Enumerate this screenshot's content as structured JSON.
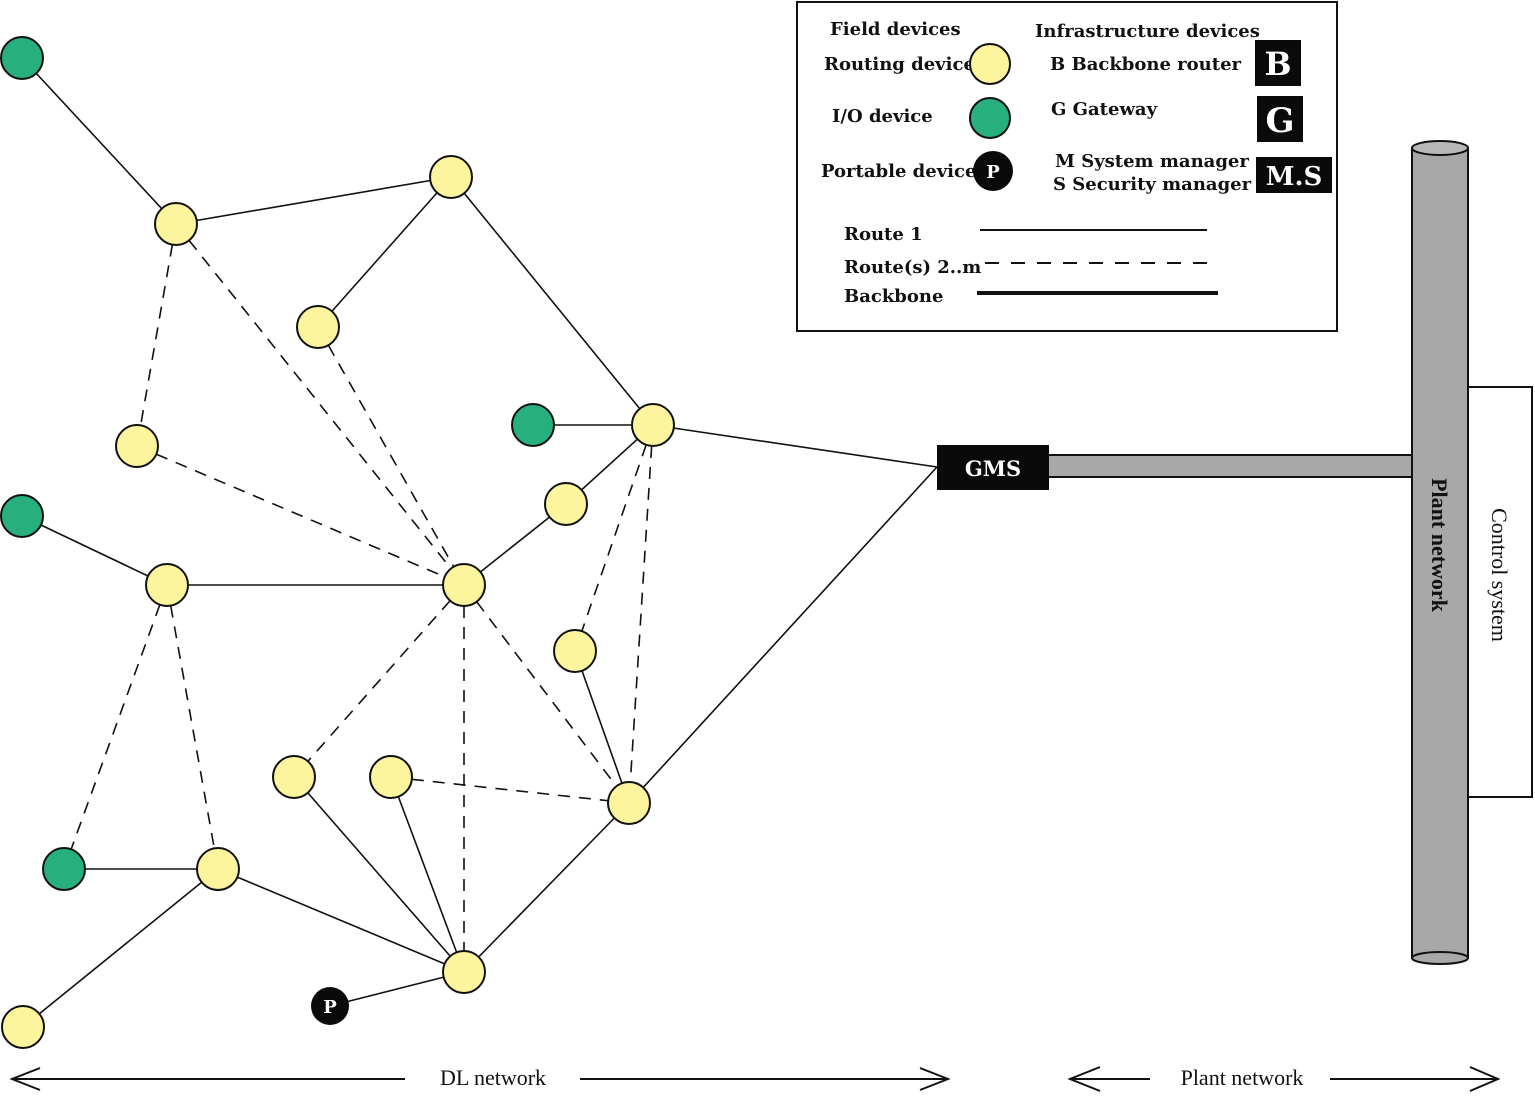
{
  "legend": {
    "field_header": "Field devices",
    "infra_header": "Infrastructure devices",
    "routing_device": "Routing device",
    "io_device": "I/O device",
    "portable_device": "Portable device",
    "portable_symbol": "P",
    "backbone_router": "B Backbone router",
    "backbone_symbol": "B",
    "gateway": "G Gateway",
    "gateway_symbol": "G",
    "system_manager": "M System manager",
    "security_manager": "S Security manager",
    "ms_symbol": "M.S",
    "route1": "Route 1",
    "routes2m": "Route(s) 2..m",
    "backbone": "Backbone"
  },
  "gms_label": "GMS",
  "plant_network_pipe_label": "Plant network",
  "control_system_label": "Control system",
  "footer": {
    "dl_network": "DL network",
    "plant_network": "Plant network"
  },
  "colors": {
    "routing_device": "#fdf59e",
    "io_device": "#27b07e",
    "portable_device": "#0a0a0a",
    "pipe_fill": "#a8a8a8",
    "badge_fill": "#0a0a0a"
  },
  "icons": {
    "routing_device": "yellow-circle-icon",
    "io_device": "green-circle-icon",
    "portable_device": "black-circle-p-icon"
  },
  "portable_node_label": "P"
}
